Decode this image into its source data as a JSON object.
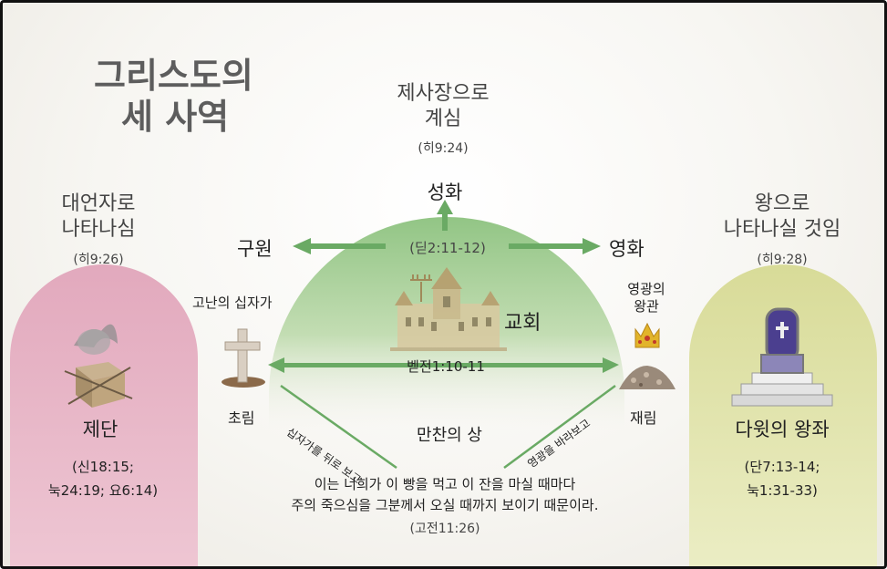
{
  "title": {
    "line1": "그리스도의",
    "line2": "세 사역"
  },
  "top": {
    "line1": "제사장으로",
    "line2": "계심",
    "ref": "(히9:24)",
    "arrow_label": "성화"
  },
  "left": {
    "line1": "대언자로",
    "line2": "나타나심",
    "ref": "(히9:26)",
    "panel_label": "제단",
    "refs1": "(신18:15;",
    "refs2": "눅24:19; 요6:14)"
  },
  "right": {
    "line1": "왕으로",
    "line2": "나타나실 것임",
    "ref": "(히9:28)",
    "panel_label": "다윗의 왕좌",
    "refs1": "(단7:13-14;",
    "refs2": "눅1:31-33)"
  },
  "center": {
    "left_arrow": "구원",
    "right_arrow": "영화",
    "dome_ref": "(딛2:11-12)",
    "church": "교회",
    "horizontal_ref": "벧전1:10-11",
    "cross_caption": "고난의 십자가",
    "first_coming": "초림",
    "crown_caption1": "영광의",
    "crown_caption2": "왕관",
    "second_coming": "재림",
    "diag_left": "십자가를 뒤로 보고",
    "diag_right": "영광을 바라보고",
    "supper": "만찬의 상",
    "verse1": "이는 너희가 이 빵을 먹고 이 잔을 마실 때마다",
    "verse2": "주의 죽으심을 그분께서 오실 때까지 보이기 때문이라.",
    "verse_ref": "(고전11:26)"
  },
  "colors": {
    "dome": "#9cc98e",
    "arrow": "#6aaa64",
    "left_panel": "#e6b6c6",
    "right_panel": "#dfe1ab"
  }
}
